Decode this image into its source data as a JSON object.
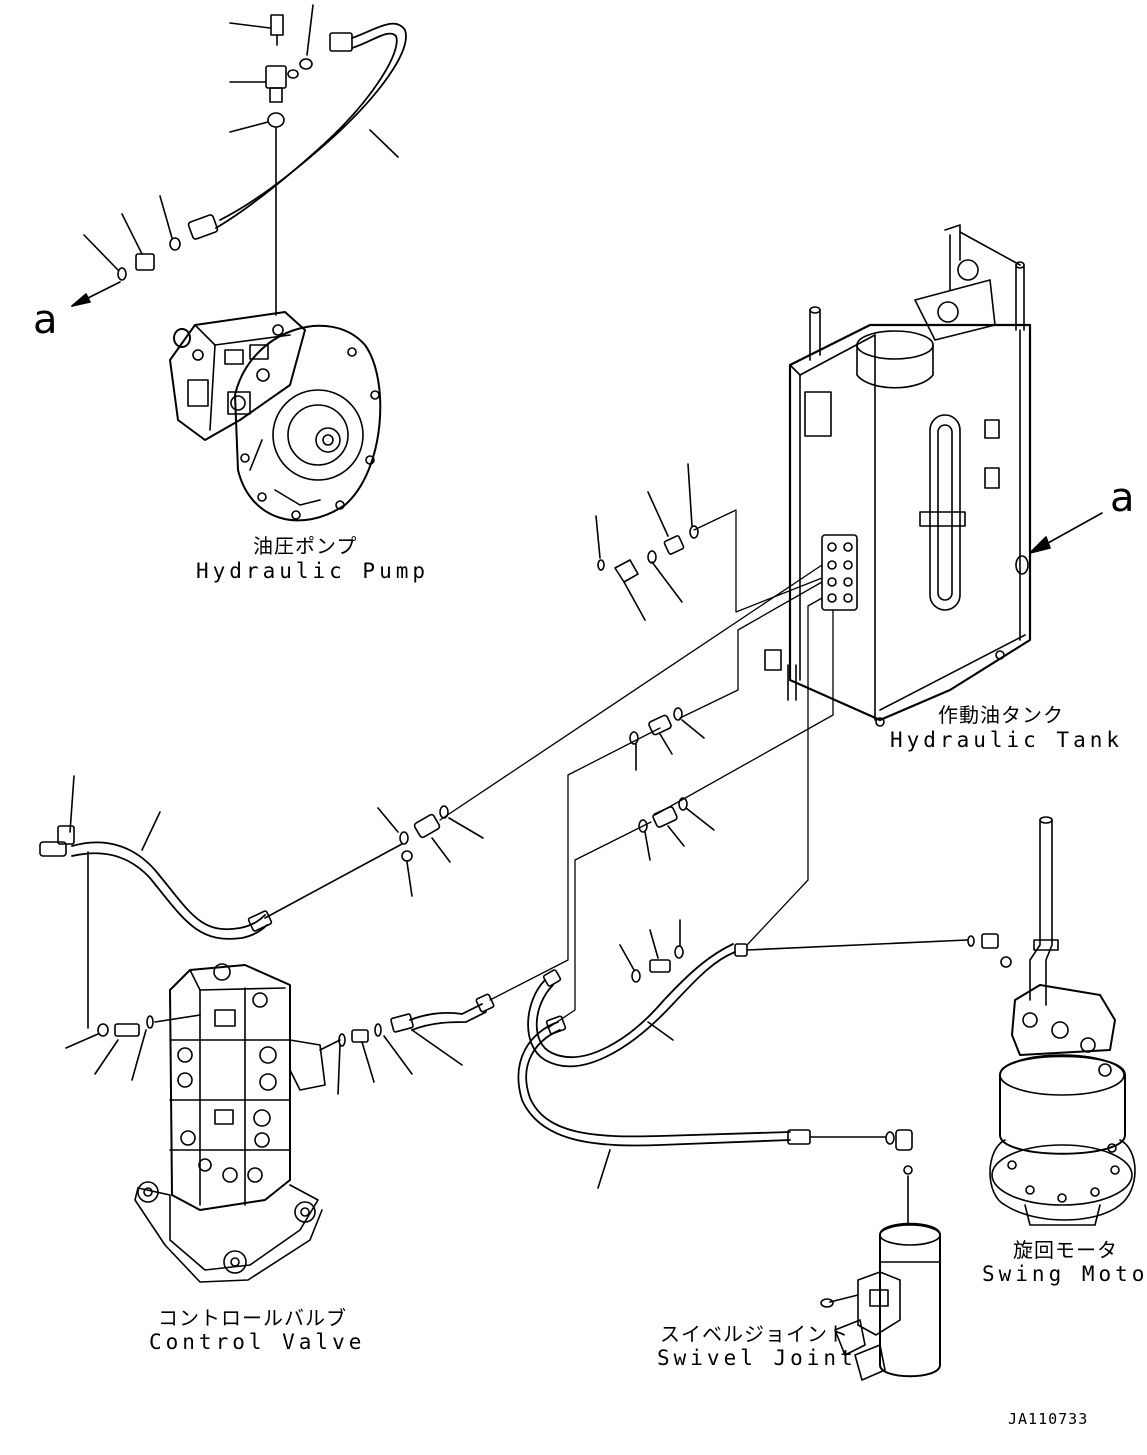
{
  "labels": {
    "hydraulic_pump_jp": "油圧ポンプ",
    "hydraulic_pump_en": "Hydraulic Pump",
    "hydraulic_tank_jp": "作動油タンク",
    "hydraulic_tank_en": "Hydraulic Tank",
    "control_valve_jp": "コントロールバルブ",
    "control_valve_en": "Control Valve",
    "swing_motor_jp": "旋回モータ",
    "swing_motor_en": "Swing Motor",
    "swivel_joint_jp": "スイベルジョイント",
    "swivel_joint_en": "Swivel Joint"
  },
  "view_refs": {
    "left": "a",
    "right": "a"
  },
  "drawing_code": "JA110733"
}
